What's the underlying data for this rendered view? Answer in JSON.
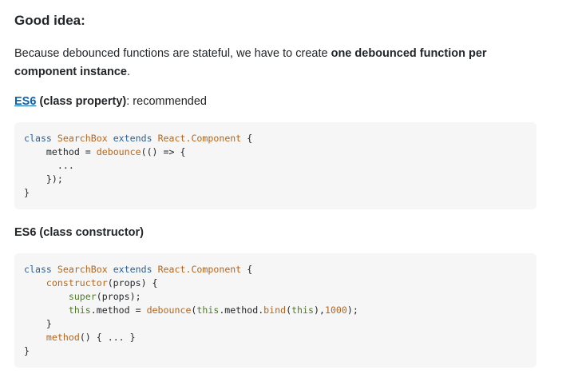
{
  "heading": "Good idea:",
  "intro": {
    "text_before": "Because debounced functions are stateful, we have to create ",
    "bold": "one debounced function per component instance",
    "text_after": "."
  },
  "section1": {
    "link": "ES6",
    "bold": " (class property)",
    "rest": ": recommended"
  },
  "code1": {
    "l1_kw": "class",
    "l1_name": "SearchBox",
    "l1_kw2": "extends",
    "l1_base": "React.Component",
    "l1_brace": " {",
    "l2_indent": "    method = ",
    "l2_fn": "debounce",
    "l2_rest": "(() => {",
    "l3": "      ...",
    "l4": "    });",
    "l5": "}"
  },
  "section2": {
    "bold": "ES6 (class constructor)"
  },
  "code2": {
    "l1_kw": "class",
    "l1_name": "SearchBox",
    "l1_kw2": "extends",
    "l1_base": "React.Component",
    "l1_brace": " {",
    "l2_fn": "constructor",
    "l2_rest": "(props) {",
    "l3_fn": "super",
    "l3_rest": "(props);",
    "l4_this": "this",
    "l4_mid": ".method = ",
    "l4_fn": "debounce",
    "l4_open": "(",
    "l4_this2": "this",
    "l4_mid2": ".method.",
    "l4_bind": "bind",
    "l4_open2": "(",
    "l4_this3": "this",
    "l4_close": "),",
    "l4_num": "1000",
    "l4_end": ");",
    "l5": "    }",
    "l6_fn": "method",
    "l6_rest": "() { ... }",
    "l7": "}"
  }
}
